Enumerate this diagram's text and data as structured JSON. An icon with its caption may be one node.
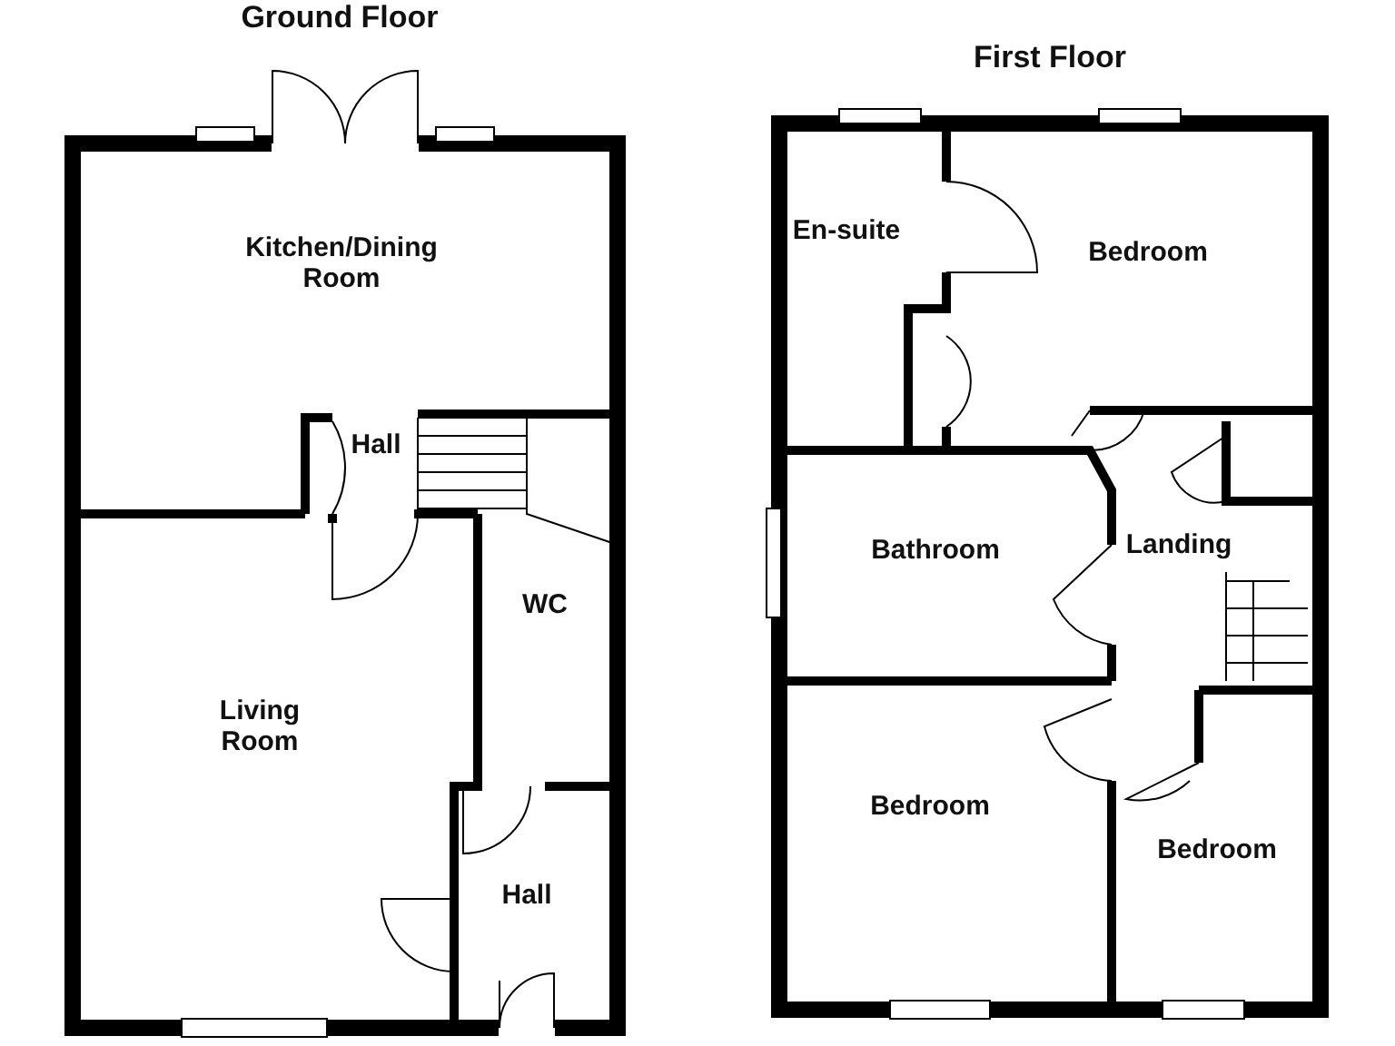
{
  "diagram": {
    "labels": [
      "Ground Floor",
      "Kitchen/Dining Room",
      "Hall",
      "WC",
      "Living Room",
      "Hall",
      "First Floor",
      "En-suite",
      "Bedroom",
      "Bathroom",
      "Landing",
      "Bedroom",
      "Bedroom"
    ]
  }
}
